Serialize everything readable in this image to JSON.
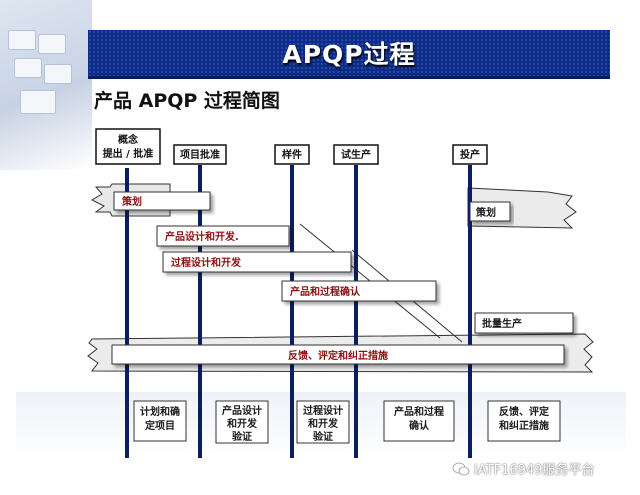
{
  "banner": {
    "title": "APQP过程"
  },
  "subtitle": "产品 APQP 过程简图",
  "milestones": [
    {
      "lines": [
        "概念",
        "提出 / 批准"
      ]
    },
    {
      "lines": [
        "项目批准"
      ]
    },
    {
      "lines": [
        "样件"
      ]
    },
    {
      "lines": [
        "试生产"
      ]
    },
    {
      "lines": [
        "投产"
      ]
    }
  ],
  "phases": {
    "planning_left": "策划",
    "planning_right": "策划",
    "product_design": "产品设计和开发.",
    "process_design": "过程设计和开发",
    "validation": "产品和过程确认",
    "mass_production": "批量生产",
    "feedback": "反馈、评定和纠正措施"
  },
  "footer_boxes": [
    {
      "lines": [
        "计划和确",
        "定项目"
      ]
    },
    {
      "lines": [
        "产品设计",
        "和开发",
        "验证"
      ]
    },
    {
      "lines": [
        "过程设计",
        "和开发",
        "验证"
      ]
    },
    {
      "lines": [
        "产品和过程",
        "确认"
      ]
    },
    {
      "lines": [
        "反馈、评定",
        "和纠正措施"
      ]
    }
  ],
  "watermark": "IATF16949服务平台",
  "colors": {
    "banner": "#0a2a8a",
    "line": "#0b1f5e",
    "bar_text": "#8b1010"
  }
}
